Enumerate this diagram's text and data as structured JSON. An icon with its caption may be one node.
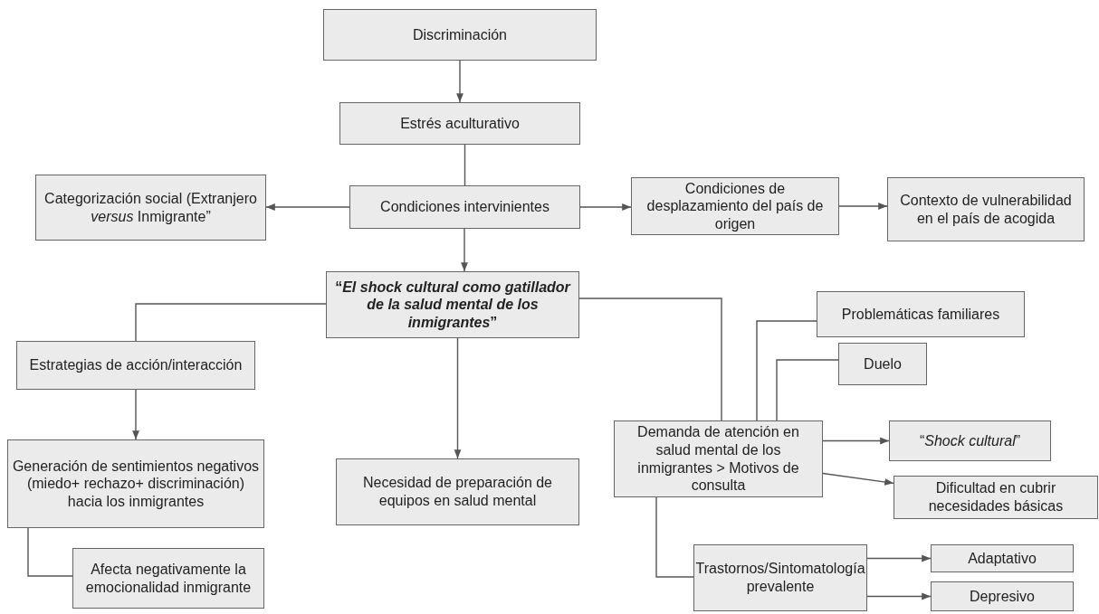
{
  "diagram": {
    "nodes": [
      {
        "text": [
          "Discriminación"
        ]
      },
      {
        "text": [
          "Estrés aculturativo"
        ]
      },
      {
        "text": [
          "Categorización social (Extranjero *versus* Inmigrante”"
        ]
      },
      {
        "text": [
          "Condiciones intervinientes"
        ]
      },
      {
        "text": [
          "Condiciones de desplazamiento del país de origen"
        ]
      },
      {
        "text": [
          "Contexto de vulnerabilidad en el país de acogida"
        ]
      },
      {
        "text": [
          "“*El shock cultural como gatillador de la salud mental de los inmigrantes*”"
        ]
      },
      {
        "text": [
          "Estrategias de acción/interacción"
        ]
      },
      {
        "text": [
          "Generación de sentimientos negativos (miedo+ rechazo+ discriminación) hacia los inmigrantes"
        ]
      },
      {
        "text": [
          "Necesidad de preparación de equipos en salud mental"
        ]
      },
      {
        "text": [
          "Problemáticas familiares"
        ]
      },
      {
        "text": [
          "Duelo"
        ]
      },
      {
        "text": [
          "Demanda de atención en salud mental de los inmigrantes > Motivos de consulta"
        ]
      },
      {
        "text": [
          "“*Shock cultural*”"
        ]
      },
      {
        "text": [
          "Dificultad en cubrir necesidades básicas"
        ]
      },
      {
        "text": [
          "Afecta negativamente la emocionalidad inmigrante"
        ]
      },
      {
        "text": [
          "Trastornos/Sintomatología prevalente"
        ]
      },
      {
        "text": [
          "Adaptativo"
        ]
      },
      {
        "text": [
          "Depresivo"
        ]
      }
    ],
    "edges": [
      {
        "from": 0,
        "to": 1,
        "arrow": "to"
      },
      {
        "from": 1,
        "to": 3,
        "arrow": "none"
      },
      {
        "from": 3,
        "to": 2,
        "arrow": "to"
      },
      {
        "from": 3,
        "to": 4,
        "arrow": "to"
      },
      {
        "from": 4,
        "to": 5,
        "arrow": "to"
      },
      {
        "from": 3,
        "to": 6,
        "arrow": "to"
      },
      {
        "from": 6,
        "to": 7,
        "arrow": "none"
      },
      {
        "from": 7,
        "to": 8,
        "arrow": "to"
      },
      {
        "from": 8,
        "to": 15,
        "arrow": "none"
      },
      {
        "from": 6,
        "to": 9,
        "arrow": "to"
      },
      {
        "from": 6,
        "to": 12,
        "arrow": "none"
      },
      {
        "from": 10,
        "to": 12,
        "arrow": "none"
      },
      {
        "from": 11,
        "to": 12,
        "arrow": "none"
      },
      {
        "from": 12,
        "to": 13,
        "arrow": "to"
      },
      {
        "from": 12,
        "to": 14,
        "arrow": "to"
      },
      {
        "from": 12,
        "to": 16,
        "arrow": "none"
      },
      {
        "from": 16,
        "to": 17,
        "arrow": "to"
      },
      {
        "from": 16,
        "to": 18,
        "arrow": "to"
      }
    ]
  }
}
